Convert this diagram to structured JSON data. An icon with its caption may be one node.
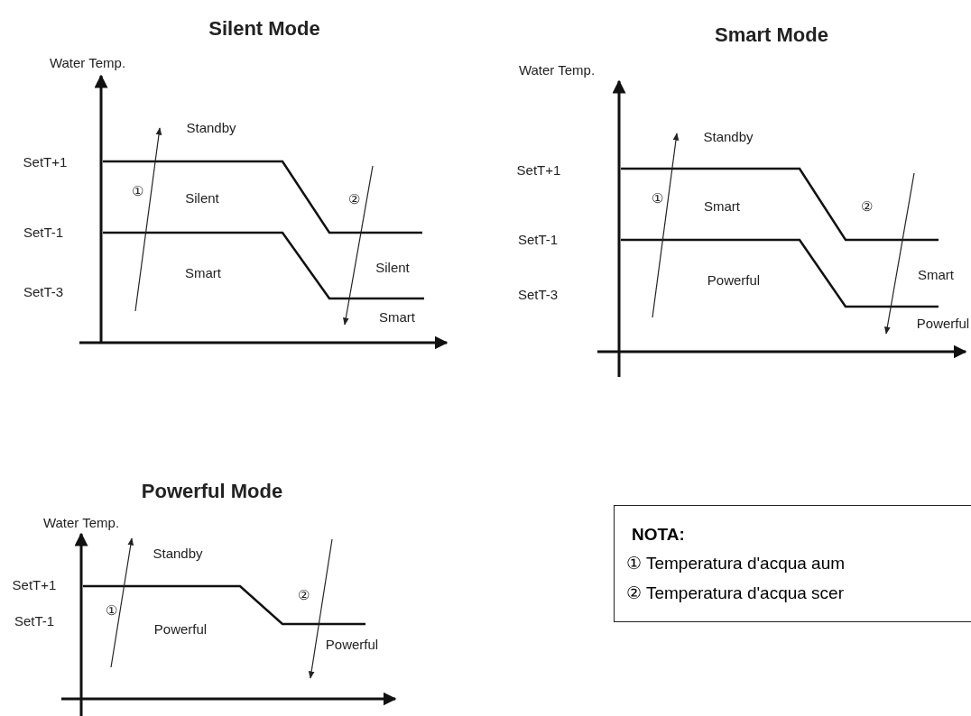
{
  "diagram": {
    "labels": [
      "Silent Mode",
      "Water Temp.",
      "Standby",
      "SetT+1",
      "①",
      "Silent",
      "②",
      "SetT-1",
      "Silent",
      "Smart",
      "SetT-3",
      "Smart",
      "Smart Mode",
      "Water Temp.",
      "Standby",
      "SetT+1",
      "①",
      "Smart",
      "②",
      "SetT-1",
      "Smart",
      "Powerful",
      "SetT-3",
      "Powerful",
      "Powerful Mode",
      "Water Temp.",
      "Standby",
      "SetT+1",
      "①",
      "②",
      "SetT-1",
      "Powerful",
      "Powerful",
      "NOTA:",
      "① Temperatura d'acqua aum",
      "② Temperatura d'acqua scer"
    ]
  }
}
